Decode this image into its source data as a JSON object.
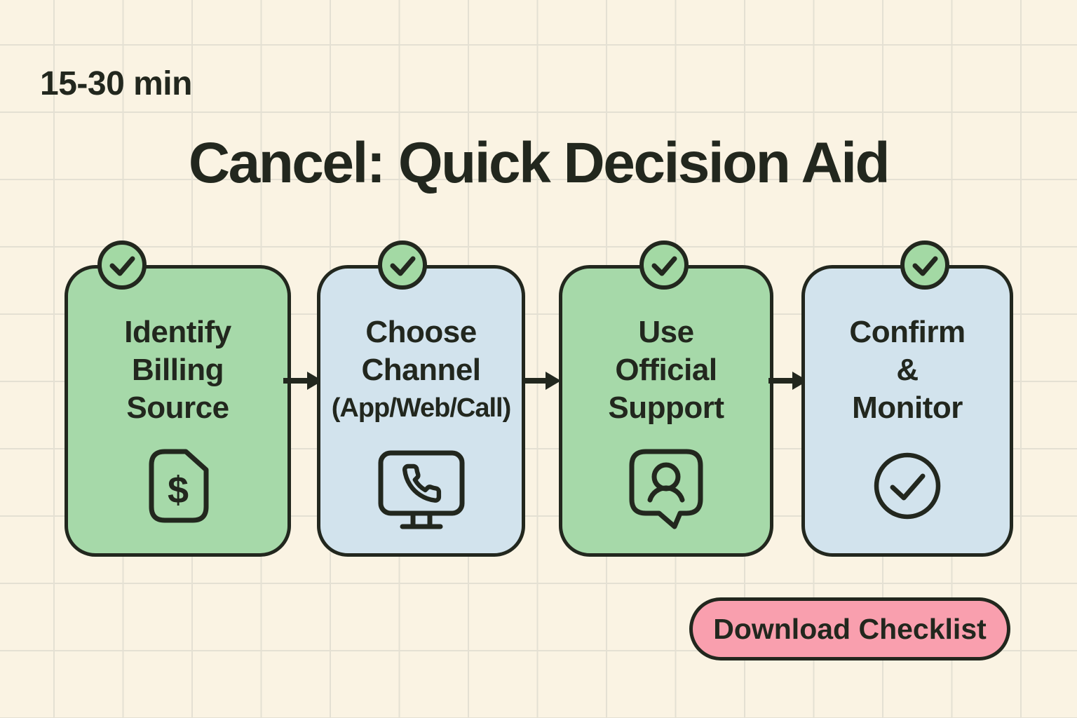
{
  "page": {
    "background_color": "#faf3e3",
    "grid_line_color": "#e4e0d3",
    "ink_color": "#22271e"
  },
  "header": {
    "duration_label": "15-30 min",
    "title": "Cancel: Quick Decision Aid"
  },
  "steps": [
    {
      "name": "identify-billing-source",
      "card_color": "#a6d9a9",
      "lines": [
        "Identify",
        "Billing",
        "Source"
      ],
      "icon": "billing-document-icon",
      "icon_glyph": "$",
      "checked": true
    },
    {
      "name": "choose-channel",
      "card_color": "#d2e3ed",
      "lines": [
        "Choose",
        "Channel",
        "(App/Web/Call)"
      ],
      "icon": "monitor-phone-icon",
      "checked": true
    },
    {
      "name": "use-official-support",
      "card_color": "#a6d9a9",
      "lines": [
        "Use",
        "Official",
        "Support"
      ],
      "icon": "support-chat-person-icon",
      "checked": true
    },
    {
      "name": "confirm-monitor",
      "card_color": "#d2e3ed",
      "lines": [
        "Confirm",
        "&",
        "Monitor"
      ],
      "icon": "check-circle-icon",
      "checked": true
    }
  ],
  "badge": {
    "color": "#a3d9a4",
    "icon": "check-icon"
  },
  "footer": {
    "download_button_label": "Download Checklist",
    "button_color": "#f99fae"
  }
}
